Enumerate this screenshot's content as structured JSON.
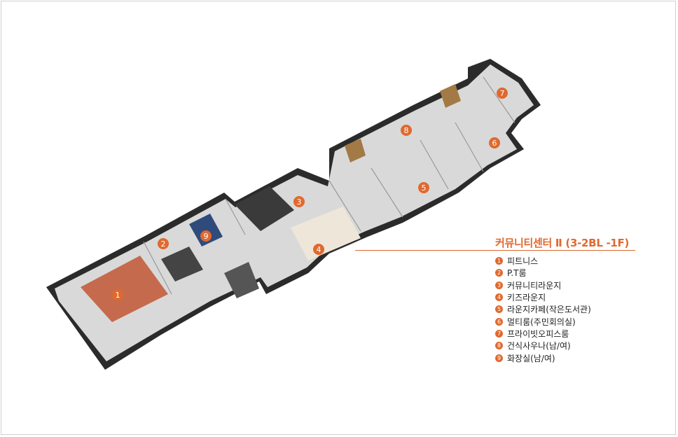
{
  "legend": {
    "title": "커뮤니티센터 Ⅱ (3-2BL -1F)",
    "items": [
      {
        "num": "1",
        "label": "피트니스"
      },
      {
        "num": "2",
        "label": "P.T룸"
      },
      {
        "num": "3",
        "label": "커뮤니티라운지"
      },
      {
        "num": "4",
        "label": "키즈라운지"
      },
      {
        "num": "5",
        "label": "라운지카페(작은도서관)"
      },
      {
        "num": "6",
        "label": "멀티룸(주민회의실)"
      },
      {
        "num": "7",
        "label": "프라이빗오피스룸"
      },
      {
        "num": "8",
        "label": "건식사우나(남/여)"
      },
      {
        "num": "9",
        "label": "화장실(남/여)"
      }
    ]
  },
  "markers": [
    "1",
    "2",
    "3",
    "4",
    "5",
    "6",
    "7",
    "8",
    "9"
  ],
  "colors": {
    "accent": "#e0692e",
    "floor": "#d9d9d9",
    "wall": "#2b2b2b",
    "fitness_floor": "#c56a4c",
    "toilet": "#2f4b7c"
  }
}
